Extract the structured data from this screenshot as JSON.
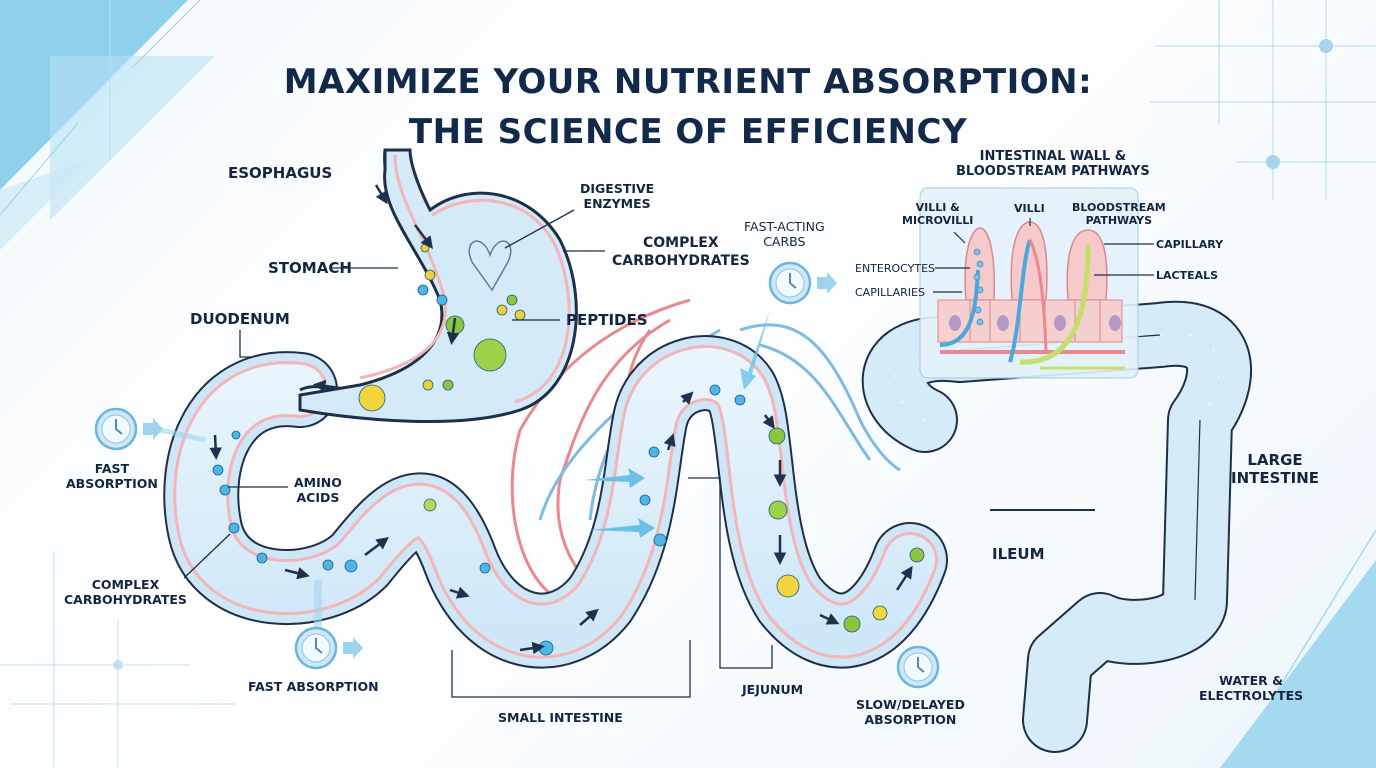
{
  "title": {
    "line1": "MAXIMIZE YOUR NUTRIENT ABSORPTION:",
    "line2": "THE SCIENCE OF EFFICIENCY"
  },
  "labels": {
    "esophagus": "ESOPHAGUS",
    "stomach": "STOMACH",
    "duodenum": "DUODENUM",
    "digestive_enzymes": "DIGESTIVE\nENZYMES",
    "complex_carbs_top": "COMPLEX\nCARBOHYDRATES",
    "peptides": "PEPTIDES",
    "fast_absorption_left": "FAST\nABSORPTION",
    "amino_acids": "AMINO\nACIDS",
    "complex_carbs_bottom": "COMPLEX\nCARBOHYDRATES",
    "fast_absorption_bottom": "FAST ABSORPTION",
    "fast_acting_carbs": "FAST-ACTING\nCARBS",
    "small_intestine": "SMALL INTESTINE",
    "jejunum": "JEJUNUM",
    "slow_delayed_absorption": "SLOW/DELAYED\nABSORPTION",
    "ileum": "ILEUM",
    "large_intestine": "LARGE\nINTESTINE",
    "water_electrolytes": "WATER &\nELECTROLYTES"
  },
  "inset": {
    "title": "INTESTINAL WALL &\nBLOODSTREAM PATHWAYS",
    "villi_microvilli": "VILLI &\nMICROVILLI",
    "villi": "VILLI",
    "bloodstream_pathways": "BLOODSTREAM\nPATHWAYS",
    "capillary": "CAPILLARY",
    "lacteals": "LACTEALS",
    "enterocytes": "ENTEROCYTES",
    "capillaries": "CAPILLARIES"
  },
  "icons": {
    "timer": "clock-icon",
    "arrow": "arrow-right-icon"
  },
  "colors": {
    "title": "#12294a",
    "tract_fill": "#dceefa",
    "tract_outline": "#1e2f48",
    "mucosa": "#f2b5b8",
    "blood_vessel_red": "#e9898e",
    "blood_vessel_blue": "#7fbbe0",
    "accent_blue": "#6cc0e8",
    "nutrient_blue": "#4db6e6",
    "nutrient_yellow": "#e8d23a",
    "nutrient_green": "#8cc63e",
    "lacteal": "#c5e06a"
  }
}
